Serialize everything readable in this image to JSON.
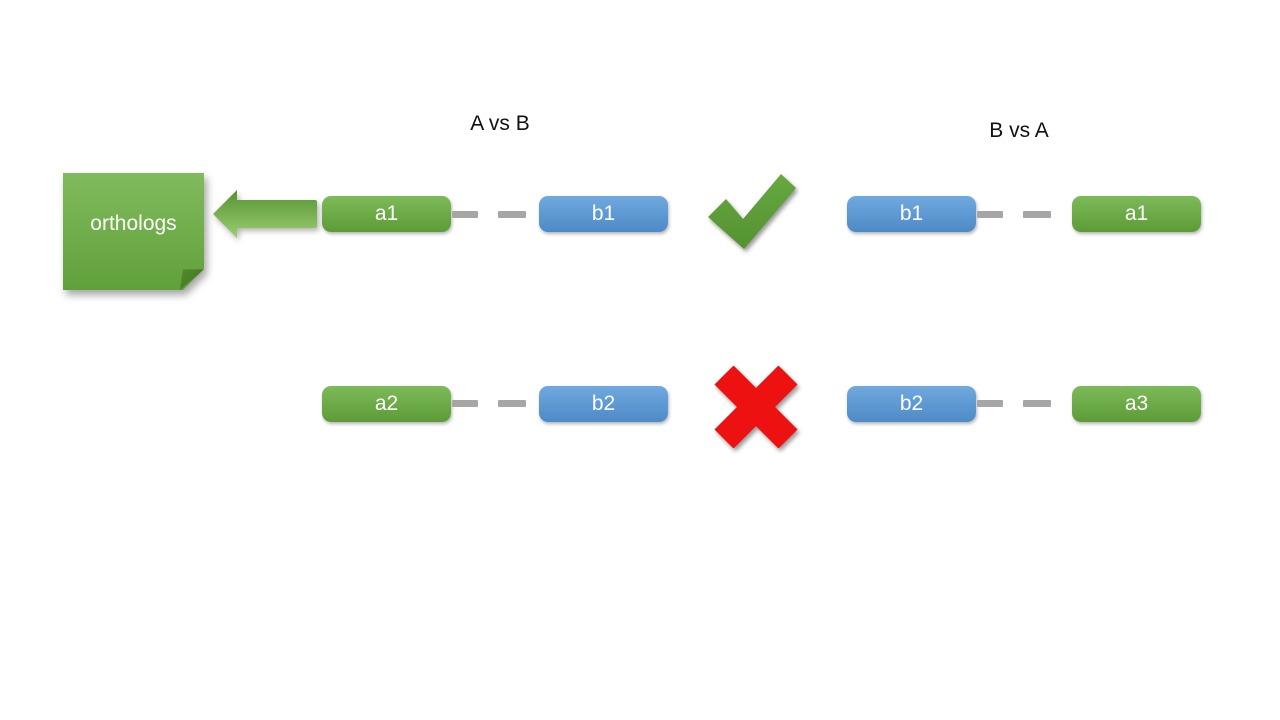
{
  "headers": {
    "left": "A vs B",
    "right": "B vs A"
  },
  "note": {
    "label": "orthologs"
  },
  "rows": [
    {
      "left": {
        "a": "a1",
        "b": "b1"
      },
      "verdict_icon": "check-icon",
      "right": {
        "b": "b1",
        "a": "a1"
      }
    },
    {
      "left": {
        "a": "a2",
        "b": "b2"
      },
      "verdict_icon": "cross-icon",
      "right": {
        "b": "b2",
        "a": "a3"
      }
    }
  ],
  "colors": {
    "gene_a_green_top": "#7cbb59",
    "gene_a_green_bottom": "#5c9b35",
    "gene_b_blue_top": "#6fa9df",
    "gene_b_blue_bottom": "#4e8ac7",
    "note_green_top": "#80bb5d",
    "note_green_bottom": "#60a03a",
    "arrow_green_top": "#55922e",
    "arrow_green_bottom": "#9ccf75",
    "check_green": "#5c9e37",
    "cross_red": "#ee1111",
    "connector_gray": "#a6a6a6",
    "label_text": "#111111",
    "box_text": "#ffffff",
    "background": "#ffffff"
  }
}
